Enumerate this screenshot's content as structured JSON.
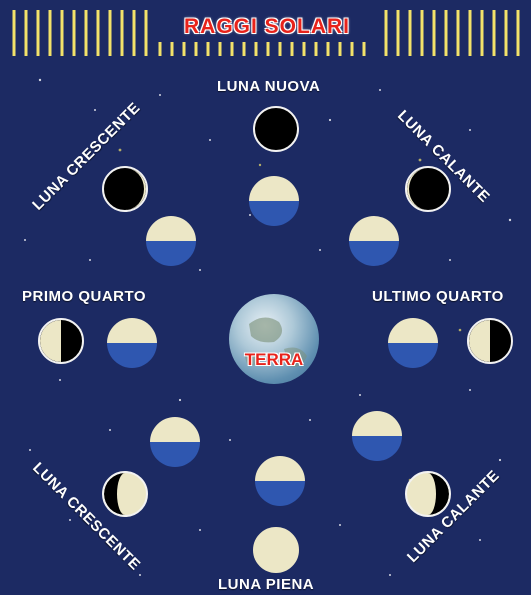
{
  "title": "RAGGI SOLARI",
  "center": {
    "label": "TERRA"
  },
  "phases": {
    "new_moon": "LUNA NUOVA",
    "waxing_crescent": "LUNA CRESCENTE",
    "waning_crescent": "LUNA CALANTE",
    "first_quarter": "PRIMO QUARTO",
    "last_quarter": "ULTIMO QUARTO",
    "waxing_gibbous": "LUNA CRESCENTE",
    "waning_gibbous": "LUNA CALANTE",
    "full_moon": "LUNA PIENA"
  },
  "colors": {
    "background": "#1c2a63",
    "rays": "#f2e26a",
    "title": "#e8231b",
    "moon_lit": "#ece7c6",
    "moon_dark": "#2f57b0"
  }
}
